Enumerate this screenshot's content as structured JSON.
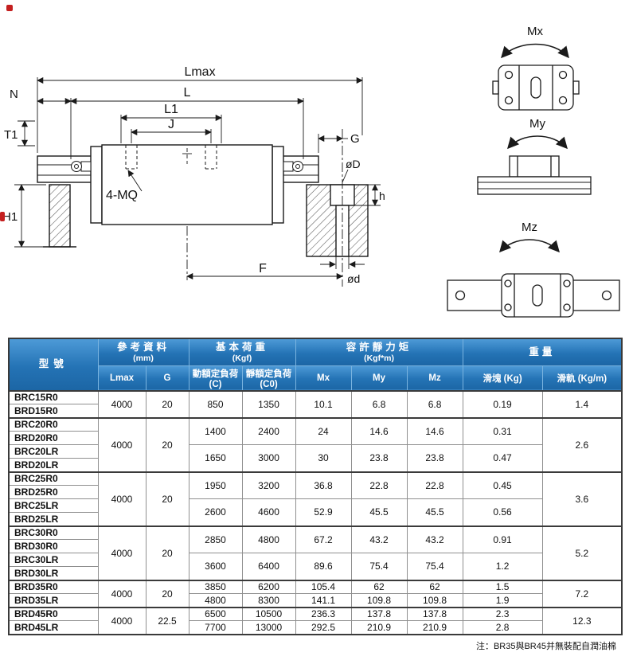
{
  "diagram": {
    "dim_labels": {
      "lmax": "Lmax",
      "l": "L",
      "l1": "L1",
      "j": "J",
      "n": "N",
      "t1": "T1",
      "h1": "H1",
      "mq": "4-MQ",
      "g": "G",
      "dia_D": "øD",
      "h": "h",
      "f": "F",
      "dia_d": "ød"
    },
    "moment_labels": {
      "mx": "Mx",
      "my": "My",
      "mz": "Mz"
    }
  },
  "table": {
    "header": {
      "model": "型號",
      "groups": {
        "ref": {
          "label": "參考資料",
          "unit": "(mm)"
        },
        "load": {
          "label": "基本荷重",
          "unit": "(Kgf)"
        },
        "moment": {
          "label": "容許靜力矩",
          "unit": "(Kgf*m)"
        },
        "weight": {
          "label": "重量"
        }
      },
      "cols": {
        "lmax": "Lmax",
        "g": "G",
        "c": "動額定負荷(C)",
        "c0": "靜額定負荷(C0)",
        "mx": "Mx",
        "my": "My",
        "mz": "Mz",
        "block": "滑塊 (Kg)",
        "rail": "滑軌 (Kg/m)"
      }
    },
    "rows": [
      {
        "model": "BRC15R0",
        "g": true,
        "cells": [
          {
            "v": "4000",
            "rs": 2
          },
          {
            "v": "20",
            "rs": 2
          },
          {
            "v": "850",
            "rs": 2
          },
          {
            "v": "1350",
            "rs": 2
          },
          {
            "v": "10.1",
            "rs": 2
          },
          {
            "v": "6.8",
            "rs": 2
          },
          {
            "v": "6.8",
            "rs": 2
          },
          {
            "v": "0.19",
            "rs": 2
          },
          {
            "v": "1.4",
            "rs": 2
          }
        ]
      },
      {
        "model": "BRD15R0",
        "cells": []
      },
      {
        "model": "BRC20R0",
        "g": true,
        "cells": [
          {
            "v": "4000",
            "rs": 4
          },
          {
            "v": "20",
            "rs": 4
          },
          {
            "v": "1400",
            "rs": 2
          },
          {
            "v": "2400",
            "rs": 2
          },
          {
            "v": "24",
            "rs": 2
          },
          {
            "v": "14.6",
            "rs": 2
          },
          {
            "v": "14.6",
            "rs": 2
          },
          {
            "v": "0.31",
            "rs": 2
          },
          {
            "v": "2.6",
            "rs": 4
          }
        ]
      },
      {
        "model": "BRD20R0",
        "cells": []
      },
      {
        "model": "BRC20LR",
        "cells": [
          {
            "v": "1650",
            "rs": 2
          },
          {
            "v": "3000",
            "rs": 2
          },
          {
            "v": "30",
            "rs": 2
          },
          {
            "v": "23.8",
            "rs": 2
          },
          {
            "v": "23.8",
            "rs": 2
          },
          {
            "v": "0.47",
            "rs": 2
          }
        ]
      },
      {
        "model": "BRD20LR",
        "cells": []
      },
      {
        "model": "BRC25R0",
        "g": true,
        "cells": [
          {
            "v": "4000",
            "rs": 4
          },
          {
            "v": "20",
            "rs": 4
          },
          {
            "v": "1950",
            "rs": 2
          },
          {
            "v": "3200",
            "rs": 2
          },
          {
            "v": "36.8",
            "rs": 2
          },
          {
            "v": "22.8",
            "rs": 2
          },
          {
            "v": "22.8",
            "rs": 2
          },
          {
            "v": "0.45",
            "rs": 2
          },
          {
            "v": "3.6",
            "rs": 4
          }
        ]
      },
      {
        "model": "BRD25R0",
        "cells": []
      },
      {
        "model": "BRC25LR",
        "cells": [
          {
            "v": "2600",
            "rs": 2
          },
          {
            "v": "4600",
            "rs": 2
          },
          {
            "v": "52.9",
            "rs": 2
          },
          {
            "v": "45.5",
            "rs": 2
          },
          {
            "v": "45.5",
            "rs": 2
          },
          {
            "v": "0.56",
            "rs": 2
          }
        ]
      },
      {
        "model": "BRD25LR",
        "cells": []
      },
      {
        "model": "BRC30R0",
        "g": true,
        "cells": [
          {
            "v": "4000",
            "rs": 4
          },
          {
            "v": "20",
            "rs": 4
          },
          {
            "v": "2850",
            "rs": 2
          },
          {
            "v": "4800",
            "rs": 2
          },
          {
            "v": "67.2",
            "rs": 2
          },
          {
            "v": "43.2",
            "rs": 2
          },
          {
            "v": "43.2",
            "rs": 2
          },
          {
            "v": "0.91",
            "rs": 2
          },
          {
            "v": "5.2",
            "rs": 4
          }
        ]
      },
      {
        "model": "BRD30R0",
        "cells": []
      },
      {
        "model": "BRC30LR",
        "cells": [
          {
            "v": "3600",
            "rs": 2
          },
          {
            "v": "6400",
            "rs": 2
          },
          {
            "v": "89.6",
            "rs": 2
          },
          {
            "v": "75.4",
            "rs": 2
          },
          {
            "v": "75.4",
            "rs": 2
          },
          {
            "v": "1.2",
            "rs": 2
          }
        ]
      },
      {
        "model": "BRD30LR",
        "cells": []
      },
      {
        "model": "BRD35R0",
        "g": true,
        "cells": [
          {
            "v": "4000",
            "rs": 2
          },
          {
            "v": "20",
            "rs": 2
          },
          {
            "v": "3850"
          },
          {
            "v": "6200"
          },
          {
            "v": "105.4"
          },
          {
            "v": "62"
          },
          {
            "v": "62"
          },
          {
            "v": "1.5"
          },
          {
            "v": "7.2",
            "rs": 2
          }
        ]
      },
      {
        "model": "BRD35LR",
        "cells": [
          {
            "v": "4800"
          },
          {
            "v": "8300"
          },
          {
            "v": "141.1"
          },
          {
            "v": "109.8"
          },
          {
            "v": "109.8"
          },
          {
            "v": "1.9"
          }
        ]
      },
      {
        "model": "BRD45R0",
        "g": true,
        "cells": [
          {
            "v": "4000",
            "rs": 2
          },
          {
            "v": "22.5",
            "rs": 2
          },
          {
            "v": "6500"
          },
          {
            "v": "10500"
          },
          {
            "v": "236.3"
          },
          {
            "v": "137.8"
          },
          {
            "v": "137.8"
          },
          {
            "v": "2.3"
          },
          {
            "v": "12.3",
            "rs": 2
          }
        ]
      },
      {
        "model": "BRD45LR",
        "cells": [
          {
            "v": "7700"
          },
          {
            "v": "13000"
          },
          {
            "v": "292.5"
          },
          {
            "v": "210.9"
          },
          {
            "v": "210.9"
          },
          {
            "v": "2.8"
          }
        ]
      }
    ]
  },
  "note": "注：BR35與BR45并無裝配自潤油棉"
}
